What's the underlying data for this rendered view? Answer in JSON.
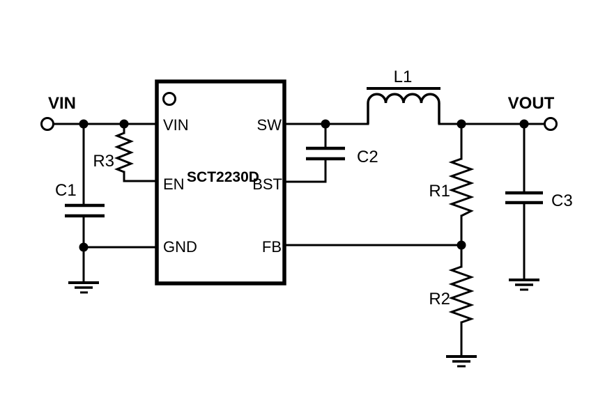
{
  "canvas": {
    "background": "#ffffff",
    "line_color": "#000000"
  },
  "terminals": {
    "input_label": "VIN",
    "output_label": "VOUT"
  },
  "ic": {
    "name": "SCT2230D",
    "pins": {
      "vin": "VIN",
      "en": "EN",
      "gnd": "GND",
      "sw": "SW",
      "bst": "BST",
      "fb": "FB"
    }
  },
  "components": {
    "c1": "C1",
    "r3": "R3",
    "c2": "C2",
    "l1": "L1",
    "r1": "R1",
    "r2": "R2",
    "c3": "C3"
  }
}
